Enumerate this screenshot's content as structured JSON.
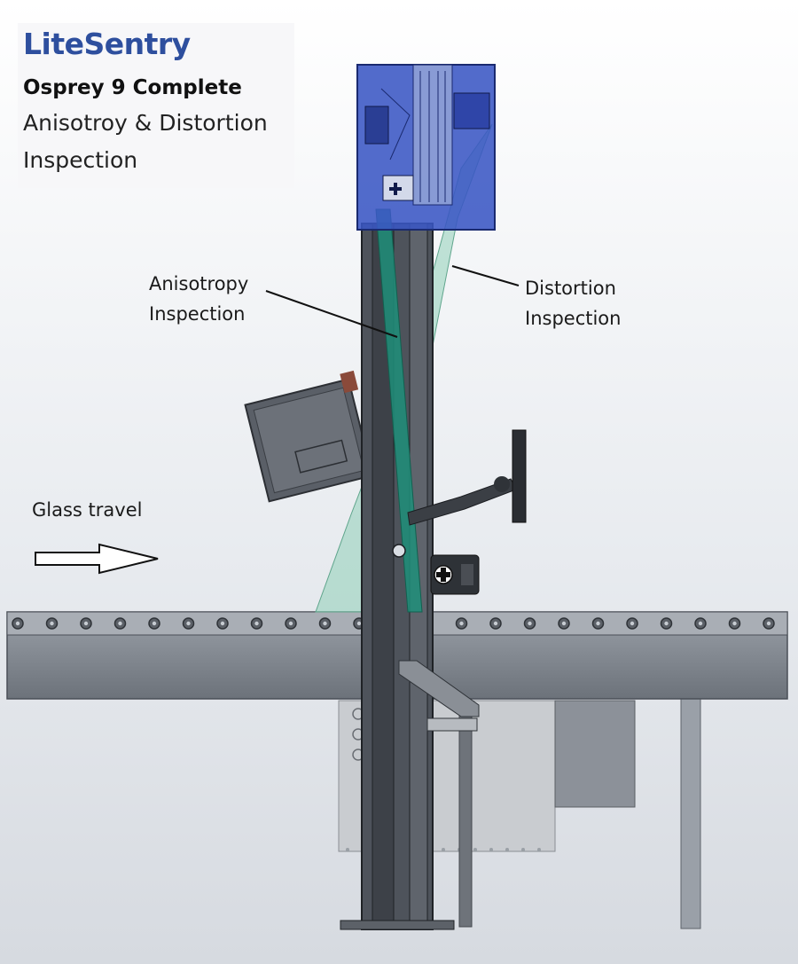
{
  "header": {
    "brand": "LiteSentry",
    "model": "Osprey 9 Complete",
    "subtitle_line1": "Anisotroy & Distortion",
    "subtitle_line2": "Inspection"
  },
  "labels": {
    "anisotropy_line1": "Anisotropy",
    "anisotropy_line2": "Inspection",
    "distortion_line1": "Distortion",
    "distortion_line2": "Inspection",
    "glass_travel": "Glass travel"
  },
  "colors": {
    "sensor_head": "#3a57c4",
    "anisotropy_beam": "#1f8f7a",
    "distortion_beam": "#8fcfb8",
    "frame": "#4a4f57",
    "conveyor": "#7a8088",
    "background_top": "#ffffff",
    "background_bottom": "#d9dde3"
  },
  "icons": {
    "arrow": "right-arrow-outline-icon"
  }
}
